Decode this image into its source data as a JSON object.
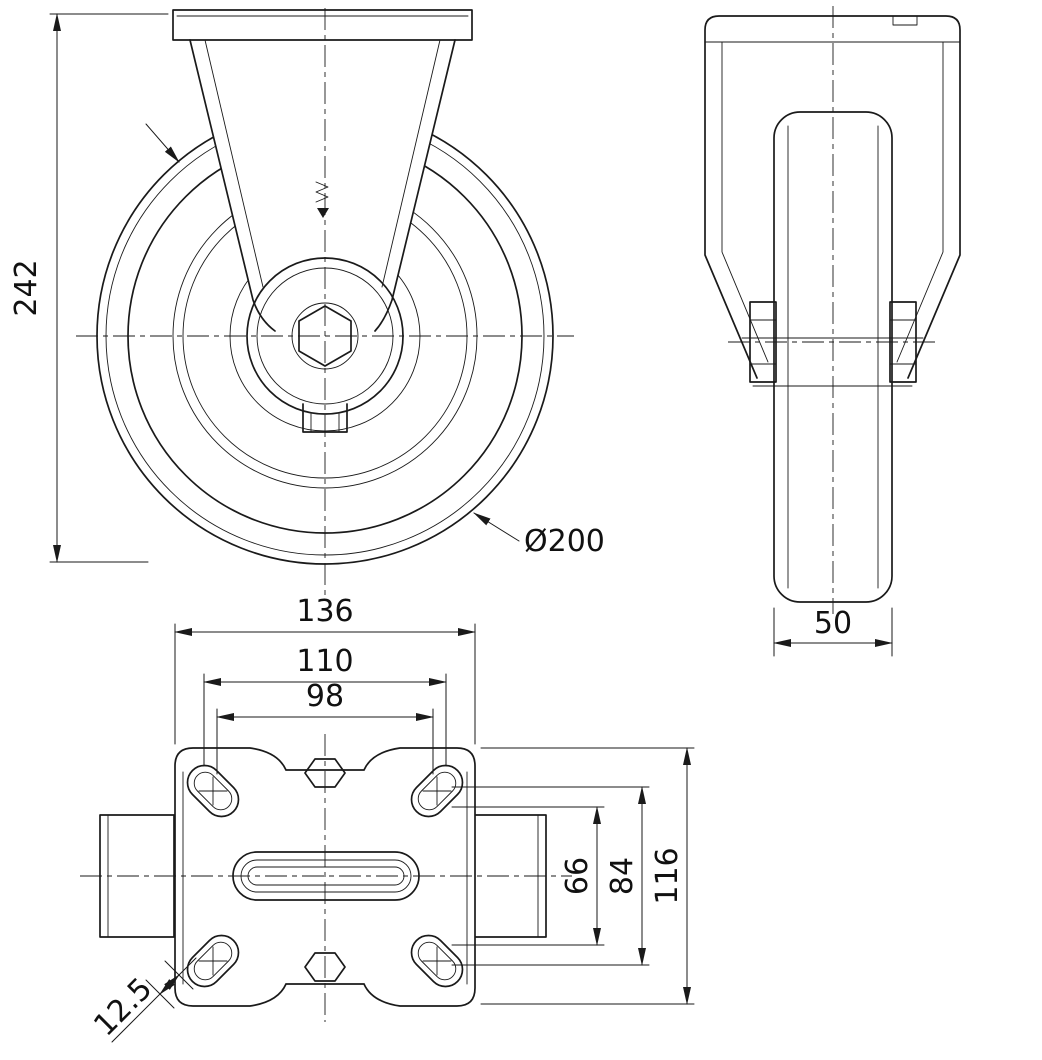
{
  "drawing": {
    "colors": {
      "line": "#1a1a1a",
      "background": "#ffffff"
    },
    "front_view": {
      "overall_height": "242",
      "wheel_diameter": "Ø200"
    },
    "side_view": {
      "wheel_width": "50"
    },
    "plan_view": {
      "plate_length": "136",
      "hole_spacing_outer": "110",
      "hole_spacing_inner": "98",
      "hole_pitch_inner": "66",
      "hole_pitch_outer": "84",
      "plate_width": "116",
      "hole_size": "12.5"
    }
  }
}
